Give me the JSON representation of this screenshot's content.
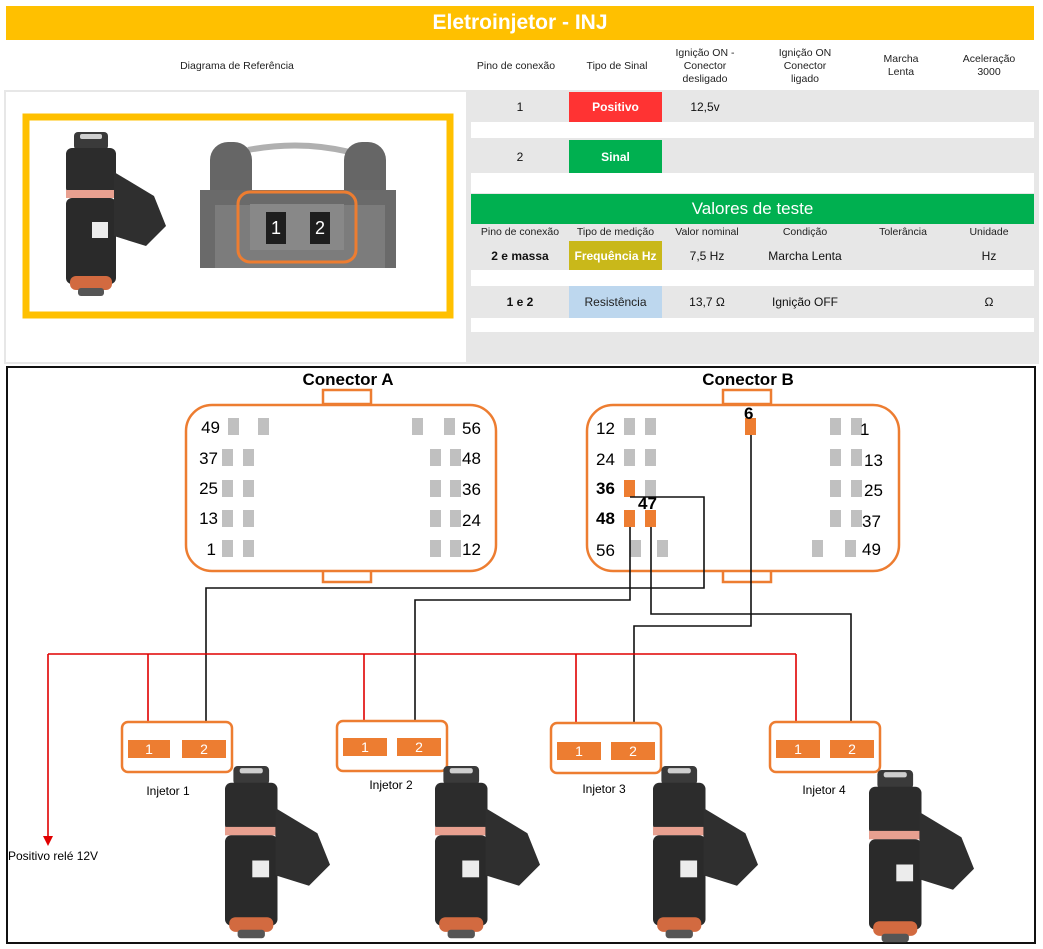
{
  "title": "Eletroinjetor - INJ",
  "headers": {
    "ref": "Diagrama de Referência",
    "pin": "Pino de conexão",
    "signal": "Tipo de Sinal",
    "ign_off": "Ignição ON -\nConector\ndesligado",
    "ign_on": "Ignição ON\nConector\nligado",
    "idle": "Marcha\nLenta",
    "accel": "Aceleração\n3000"
  },
  "signal_rows": [
    {
      "pin": "1",
      "type": "Positivo",
      "value": "12,5v",
      "color": "#ff3333"
    },
    {
      "pin": "2",
      "type": "Sinal",
      "value": "",
      "color": "#00b050"
    }
  ],
  "test_title": "Valores de teste",
  "test_headers": {
    "pin": "Pino de conexão",
    "type": "Tipo de medição",
    "nominal": "Valor nominal",
    "cond": "Condição",
    "tol": "Tolerância",
    "unit": "Unidade"
  },
  "test_rows": [
    {
      "pin": "2 e massa",
      "type": "Frequência Hz",
      "nominal": "7,5 Hz",
      "cond": "Marcha Lenta",
      "tol": "",
      "unit": "Hz",
      "color": "#c9b81a",
      "text_color": "#ffffff"
    },
    {
      "pin": "1 e 2",
      "type": "Resistência",
      "nominal": "13,7  Ω",
      "cond": "Ignição OFF",
      "tol": "",
      "unit": "Ω",
      "color": "#bdd7ee",
      "text_color": "#222222"
    }
  ],
  "ref_pins": [
    "1",
    "2"
  ],
  "connector_a": {
    "title": "Conector A",
    "left": [
      "49",
      "37",
      "25",
      "13",
      "1"
    ],
    "right": [
      "56",
      "48",
      "36",
      "24",
      "12"
    ]
  },
  "connector_b": {
    "title": "Conector B",
    "left": [
      "12",
      "24",
      "36",
      "48",
      "56"
    ],
    "right": [
      "1",
      "13",
      "25",
      "37",
      "49"
    ],
    "top": "6",
    "extra": "47"
  },
  "injectors": [
    {
      "label": "Injetor 1",
      "pin1": "1",
      "pin2": "2"
    },
    {
      "label": "Injetor 2",
      "pin1": "1",
      "pin2": "2"
    },
    {
      "label": "Injetor 3",
      "pin1": "1",
      "pin2": "2"
    },
    {
      "label": "Injetor 4",
      "pin1": "1",
      "pin2": "2"
    }
  ],
  "relay_label": "Positivo relé 12V",
  "colors": {
    "yellow": "#ffc000",
    "orange": "#ed7d31",
    "green": "#00b050",
    "red": "#ff3333",
    "wire_red": "#e00000"
  }
}
